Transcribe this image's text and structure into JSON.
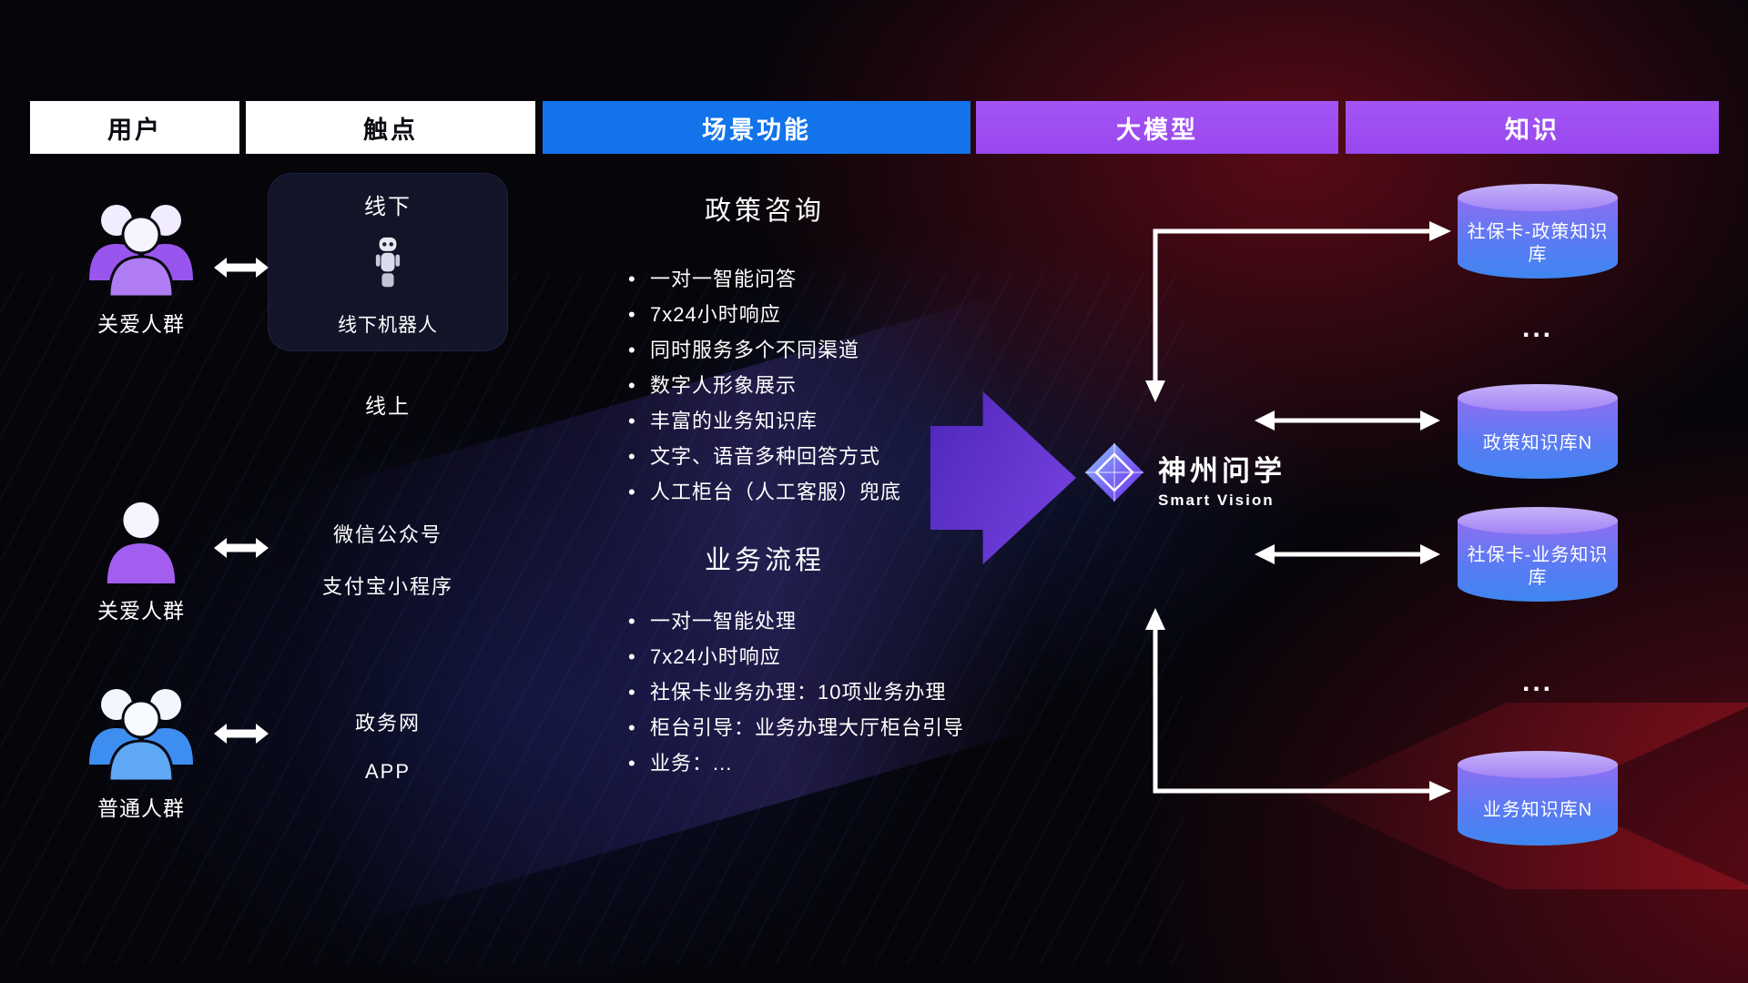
{
  "header": {
    "columns": [
      {
        "label": "用户"
      },
      {
        "label": "触点"
      },
      {
        "label": "场景功能"
      },
      {
        "label": "大模型"
      },
      {
        "label": "知识"
      }
    ]
  },
  "users": [
    {
      "label": "关爱人群",
      "icon": "people-group-purple-icon"
    },
    {
      "label": "关爱人群",
      "icon": "person-purple-icon"
    },
    {
      "label": "普通人群",
      "icon": "people-group-blue-icon"
    }
  ],
  "touchpoints": {
    "offline_title": "线下",
    "offline_robot_label": "线下机器人",
    "online_title": "线上",
    "channels": [
      "微信公众号",
      "支付宝小程序",
      "政务网",
      "APP"
    ]
  },
  "scenarios": [
    {
      "title": "政策咨询",
      "items": [
        "一对一智能问答",
        "7x24小时响应",
        "同时服务多个不同渠道",
        "数字人形象展示",
        "丰富的业务知识库",
        "文字、语音多种回答方式",
        "人工柜台（人工客服）兜底"
      ]
    },
    {
      "title": "业务流程",
      "items": [
        "一对一智能处理",
        "7x24小时响应",
        "社保卡业务办理：10项业务办理",
        "柜台引导：业务办理大厅柜台引导",
        "业务：..."
      ]
    }
  ],
  "model": {
    "name": "神州问学",
    "subtitle": "Smart Vision"
  },
  "knowledge": {
    "databases": [
      {
        "label": "社保卡-政策知识库"
      },
      {
        "label": "政策知识库N"
      },
      {
        "label": "社保卡-业务知识库"
      },
      {
        "label": "业务知识库N"
      }
    ],
    "ellipsis": "..."
  },
  "icons": {
    "exchange_arrow": "↔",
    "database": "cylinder",
    "robot": "robot",
    "logo": "diamond",
    "flow_arrow": "➤",
    "ellipsis_glyph": "..."
  },
  "colors": {
    "header_blue": "#1273eb",
    "header_purple": "#9c4df2",
    "db_top": "#b39cf6",
    "db_body_top": "#8e72f2",
    "db_body_bottom": "#3f86f0",
    "arrow_white": "#ffffff",
    "accent_purple": "#8448f6",
    "background_red": "#8c0c1a",
    "background_black": "#05050a"
  }
}
